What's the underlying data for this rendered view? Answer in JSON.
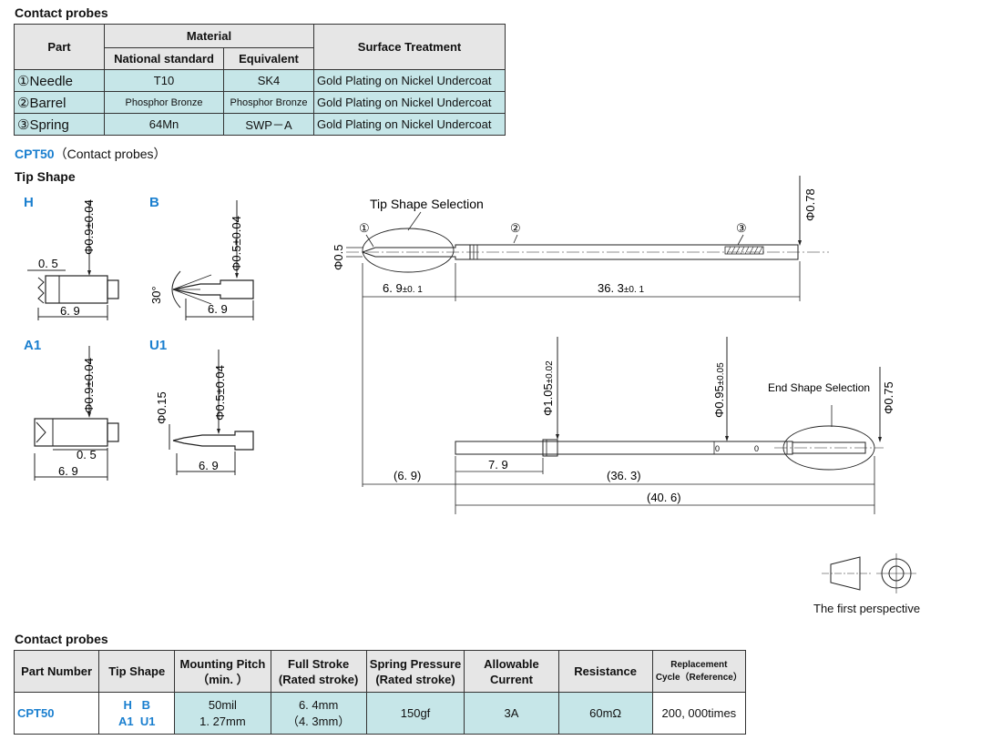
{
  "material_table": {
    "title": "Contact probes",
    "headers": {
      "part": "Part",
      "material": "Material",
      "national_standard": "National standard",
      "equivalent": "Equivalent",
      "surface_treatment": "Surface Treatment"
    },
    "rows": [
      {
        "part": "①Needle",
        "national": "T10",
        "equivalent": "SK4",
        "surface": "Gold Plating on Nickel Undercoat"
      },
      {
        "part": "②Barrel",
        "national": "Phosphor Bronze",
        "equivalent": "Phosphor Bronze",
        "surface": "Gold Plating on Nickel Undercoat"
      },
      {
        "part": "③Spring",
        "national": "64Mn",
        "equivalent": "SWP－A",
        "surface": "Gold Plating on Nickel Undercoat"
      }
    ]
  },
  "model": {
    "code": "CPT50",
    "desc": "（Contact probes）"
  },
  "tip_shape": {
    "title": "Tip  Shape",
    "H": {
      "label": "H",
      "dia": "Φ0.9±0.04",
      "d1": "0. 5",
      "d2": "6. 9"
    },
    "B": {
      "label": "B",
      "dia": "Φ0.5±0.04",
      "angle": "30°",
      "d2": "6. 9"
    },
    "A1": {
      "label": "A1",
      "dia": "Φ0.9±0.04",
      "d1": "0. 5",
      "d2": "6. 9"
    },
    "U1": {
      "label": "U1",
      "dia": "Φ0.5±0.04",
      "dia2": "Φ0.15",
      "d2": "6. 9"
    }
  },
  "main_drawing": {
    "tip_selection": "Tip Shape Selection",
    "end_selection": "End Shape Selection",
    "callouts": [
      "①",
      "②",
      "③"
    ],
    "dia_tip": "Φ0.5",
    "dia_078": "Φ0.78",
    "len_tip": "6. 9",
    "len_tip_tol": "±0. 1",
    "len_body": "36. 3",
    "len_body_tol": "±0. 1",
    "dia_105": "Φ1.05",
    "dia_105_tol": "±0.02",
    "dia_095": "Φ0.95",
    "dia_095_tol": "±0.05",
    "dia_075": "Φ0.75",
    "len_69p": "(6. 9)",
    "len_79": "7. 9",
    "len_363p": "(36. 3)",
    "len_406p": "(40. 6)"
  },
  "projection": {
    "label": "The first perspective"
  },
  "spec_table": {
    "title": "Contact probes",
    "headers": {
      "part_number": "Part Number",
      "tip_shape": "Tip  Shape",
      "mount1": "Mounting Pitch",
      "mount2": "（min. ）",
      "stroke1": "Full Stroke",
      "stroke2": "(Rated stroke)",
      "spring1": "Spring Pressure",
      "spring2": "(Rated stroke)",
      "current1": "Allowable",
      "current2": "Current",
      "resistance": "Resistance",
      "cycle1": "Replacement",
      "cycle2": "Cycle（Reference）"
    },
    "row": {
      "part_number": "CPT50",
      "tip1": "H   B",
      "tip2": "A1  U1",
      "mount1": "50mil",
      "mount2": "1. 27mm",
      "stroke1": "6. 4mm",
      "stroke2": "（4. 3mm）",
      "spring": "150gf",
      "current": "3A",
      "resistance": "60mΩ",
      "cycle": "200, 000times"
    }
  }
}
